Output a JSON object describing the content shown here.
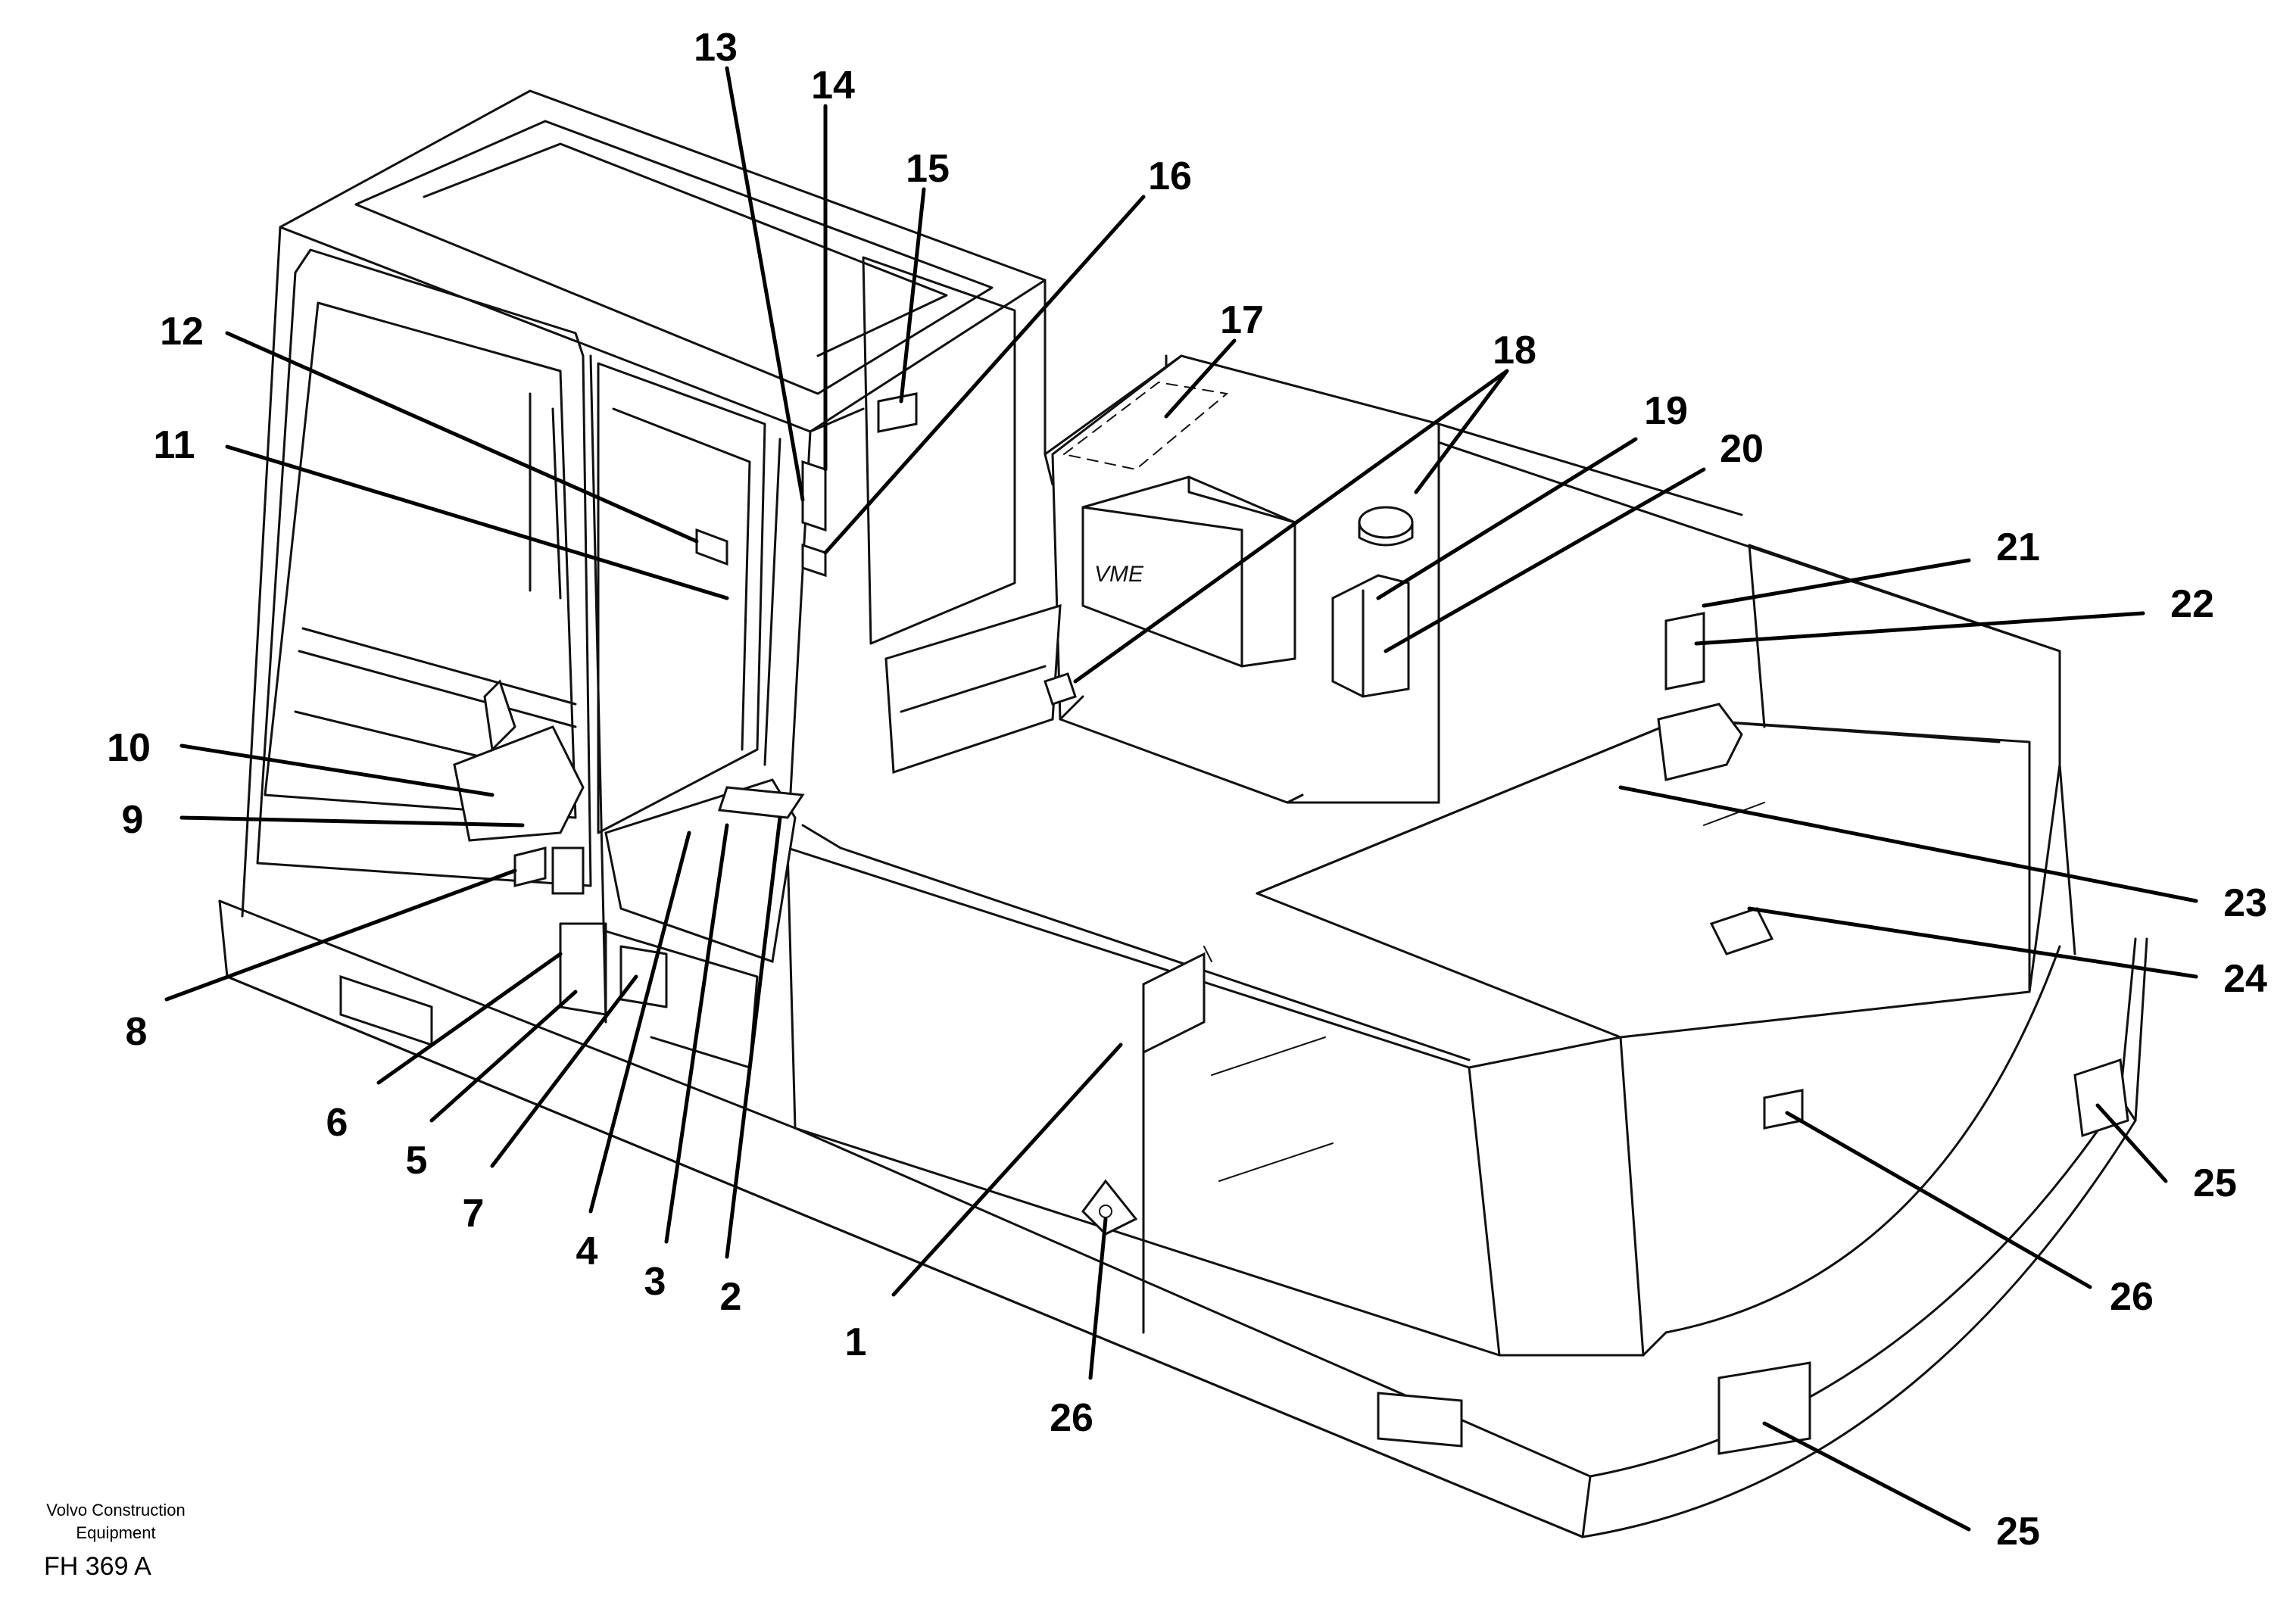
{
  "figure": {
    "brand_mark": "VME",
    "publisher_line1": "Volvo Construction",
    "publisher_line2": "Equipment",
    "figure_code": "FH 369 A"
  },
  "callouts": [
    {
      "id": "c1",
      "label": "1"
    },
    {
      "id": "c2",
      "label": "2"
    },
    {
      "id": "c3",
      "label": "3"
    },
    {
      "id": "c4",
      "label": "4"
    },
    {
      "id": "c5",
      "label": "5"
    },
    {
      "id": "c6",
      "label": "6"
    },
    {
      "id": "c7",
      "label": "7"
    },
    {
      "id": "c8",
      "label": "8"
    },
    {
      "id": "c9",
      "label": "9"
    },
    {
      "id": "c10",
      "label": "10"
    },
    {
      "id": "c11",
      "label": "11"
    },
    {
      "id": "c12",
      "label": "12"
    },
    {
      "id": "c13",
      "label": "13"
    },
    {
      "id": "c14",
      "label": "14"
    },
    {
      "id": "c15",
      "label": "15"
    },
    {
      "id": "c16",
      "label": "16"
    },
    {
      "id": "c17",
      "label": "17"
    },
    {
      "id": "c18",
      "label": "18"
    },
    {
      "id": "c19",
      "label": "19"
    },
    {
      "id": "c20",
      "label": "20"
    },
    {
      "id": "c21",
      "label": "21"
    },
    {
      "id": "c22",
      "label": "22"
    },
    {
      "id": "c23",
      "label": "23"
    },
    {
      "id": "c24",
      "label": "24"
    },
    {
      "id": "c25a",
      "label": "25"
    },
    {
      "id": "c25b",
      "label": "25"
    },
    {
      "id": "c26a",
      "label": "26"
    },
    {
      "id": "c26b",
      "label": "26"
    }
  ]
}
